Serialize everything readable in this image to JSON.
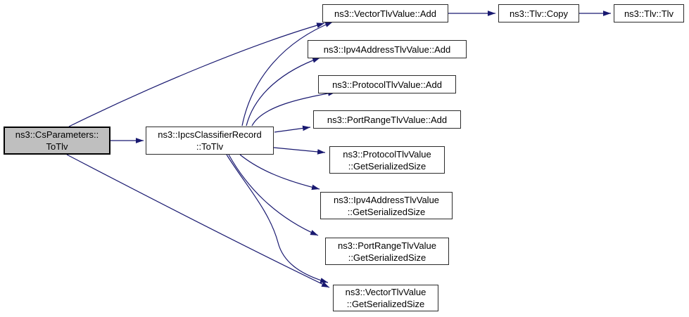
{
  "diagram": {
    "type": "call-graph",
    "colors": {
      "background": "#ffffff",
      "edge": "#191970",
      "node_fill": "#ffffff",
      "node_border": "#2b2b2b",
      "highlight_fill": "#bfbfbf",
      "text": "#000000"
    },
    "nodes": [
      {
        "id": "cs-parameters-totlv",
        "label": "ns3::CsParameters::\nToTlv",
        "highlighted": true
      },
      {
        "id": "ipcs-classifier-record-totlv",
        "label": "ns3::IpcsClassifierRecord\n::ToTlv",
        "highlighted": false
      },
      {
        "id": "vector-tlvvalue-add",
        "label": "ns3::VectorTlvValue::Add",
        "highlighted": false
      },
      {
        "id": "tlv-copy",
        "label": "ns3::Tlv::Copy",
        "highlighted": false
      },
      {
        "id": "tlv-tlv",
        "label": "ns3::Tlv::Tlv",
        "highlighted": false
      },
      {
        "id": "ipv4address-tlvvalue-add",
        "label": "ns3::Ipv4AddressTlvValue::Add",
        "highlighted": false
      },
      {
        "id": "protocol-tlvvalue-add",
        "label": "ns3::ProtocolTlvValue::Add",
        "highlighted": false
      },
      {
        "id": "portrange-tlvvalue-add",
        "label": "ns3::PortRangeTlvValue::Add",
        "highlighted": false
      },
      {
        "id": "protocol-tlvvalue-getserializedsize",
        "label": "ns3::ProtocolTlvValue\n::GetSerializedSize",
        "highlighted": false
      },
      {
        "id": "ipv4address-tlvvalue-getserializedsize",
        "label": "ns3::Ipv4AddressTlvValue\n::GetSerializedSize",
        "highlighted": false
      },
      {
        "id": "portrange-tlvvalue-getserializedsize",
        "label": "ns3::PortRangeTlvValue\n::GetSerializedSize",
        "highlighted": false
      },
      {
        "id": "vector-tlvvalue-getserializedsize",
        "label": "ns3::VectorTlvValue\n::GetSerializedSize",
        "highlighted": false
      }
    ],
    "edges": [
      {
        "from": "cs-parameters-totlv",
        "to": "ipcs-classifier-record-totlv"
      },
      {
        "from": "cs-parameters-totlv",
        "to": "vector-tlvvalue-add"
      },
      {
        "from": "cs-parameters-totlv",
        "to": "vector-tlvvalue-getserializedsize"
      },
      {
        "from": "ipcs-classifier-record-totlv",
        "to": "vector-tlvvalue-add"
      },
      {
        "from": "ipcs-classifier-record-totlv",
        "to": "ipv4address-tlvvalue-add"
      },
      {
        "from": "ipcs-classifier-record-totlv",
        "to": "protocol-tlvvalue-add"
      },
      {
        "from": "ipcs-classifier-record-totlv",
        "to": "portrange-tlvvalue-add"
      },
      {
        "from": "ipcs-classifier-record-totlv",
        "to": "protocol-tlvvalue-getserializedsize"
      },
      {
        "from": "ipcs-classifier-record-totlv",
        "to": "ipv4address-tlvvalue-getserializedsize"
      },
      {
        "from": "ipcs-classifier-record-totlv",
        "to": "portrange-tlvvalue-getserializedsize"
      },
      {
        "from": "ipcs-classifier-record-totlv",
        "to": "vector-tlvvalue-getserializedsize"
      },
      {
        "from": "vector-tlvvalue-add",
        "to": "tlv-copy"
      },
      {
        "from": "tlv-copy",
        "to": "tlv-tlv"
      }
    ]
  }
}
